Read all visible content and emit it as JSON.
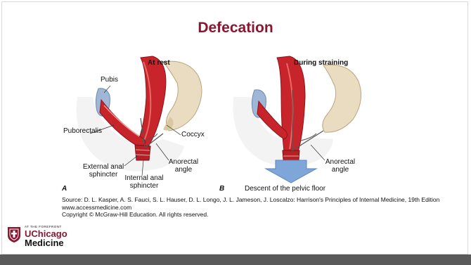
{
  "slide": {
    "title": "Defecation"
  },
  "figure": {
    "panel_a_heading": "At rest",
    "panel_b_heading": "During straining",
    "panel_a_letter": "A",
    "panel_b_letter": "B",
    "labels": {
      "pubis": "Pubis",
      "puborectalis": "Puborectalis",
      "coccyx": "Coccyx",
      "anorectal_angle_a_line1": "Anorectal",
      "anorectal_angle_a_line2": "angle",
      "external_sphincter_line1": "External anal",
      "external_sphincter_line2": "sphincter",
      "internal_sphincter_line1": "Internal anal",
      "internal_sphincter_line2": "sphincter",
      "anorectal_angle_b_line1": "Anorectal",
      "anorectal_angle_b_line2": "angle",
      "descent": "Descent of the pelvic floor"
    },
    "colors": {
      "muscle": "#c8242c",
      "muscle_dark": "#8e1418",
      "bone": "#e9dcc0",
      "bone_shadow": "#c9b58f",
      "arrow": "#7fa6d8",
      "pubis_blue": "#9fb6d6"
    }
  },
  "source": {
    "line1": "Source: D. L. Kasper, A. S. Fauci, S. L. Hauser, D. L. Longo, J. L. Jameson, J. Loscalzo: Harrison's Principles of Internal Medicine, 19th Edition",
    "line2": "www.accessmedicine.com",
    "line3": "Copyright © McGraw-Hill Education.  All rights reserved."
  },
  "logo": {
    "tagline": "AT THE FOREFRONT",
    "name": "UChicago",
    "sub": "Medicine",
    "brand_color": "#8a1630"
  }
}
